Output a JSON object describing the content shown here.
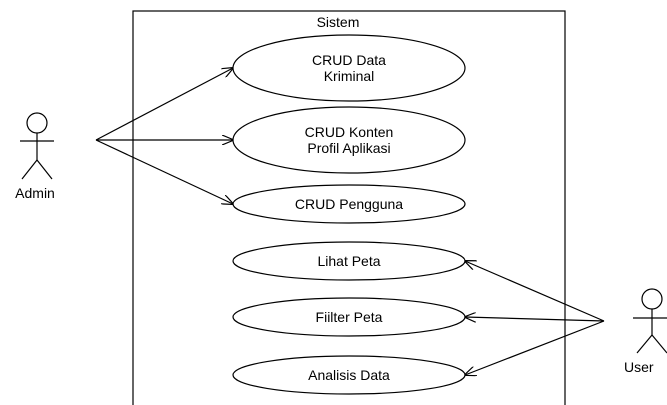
{
  "system": {
    "title": "Sistem"
  },
  "actors": [
    {
      "id": "admin",
      "label": "Admin"
    },
    {
      "id": "user",
      "label": "User"
    }
  ],
  "use_cases": [
    {
      "id": "crud-data-kriminal",
      "lines": [
        "CRUD Data",
        "Kriminal"
      ]
    },
    {
      "id": "crud-konten-profil-aplikasi",
      "lines": [
        "CRUD Konten",
        "Profil Aplikasi"
      ]
    },
    {
      "id": "crud-pengguna",
      "lines": [
        "CRUD Pengguna"
      ]
    },
    {
      "id": "lihat-peta",
      "lines": [
        "Lihat Peta"
      ]
    },
    {
      "id": "fiilter-peta",
      "lines": [
        "Fiilter Peta"
      ]
    },
    {
      "id": "analisis-data",
      "lines": [
        "Analisis Data"
      ]
    }
  ],
  "associations": [
    {
      "from": "admin",
      "to": "crud-data-kriminal"
    },
    {
      "from": "admin",
      "to": "crud-konten-profil-aplikasi"
    },
    {
      "from": "admin",
      "to": "crud-pengguna"
    },
    {
      "from": "user",
      "to": "lihat-peta"
    },
    {
      "from": "user",
      "to": "fiilter-peta"
    },
    {
      "from": "user",
      "to": "analisis-data"
    }
  ]
}
